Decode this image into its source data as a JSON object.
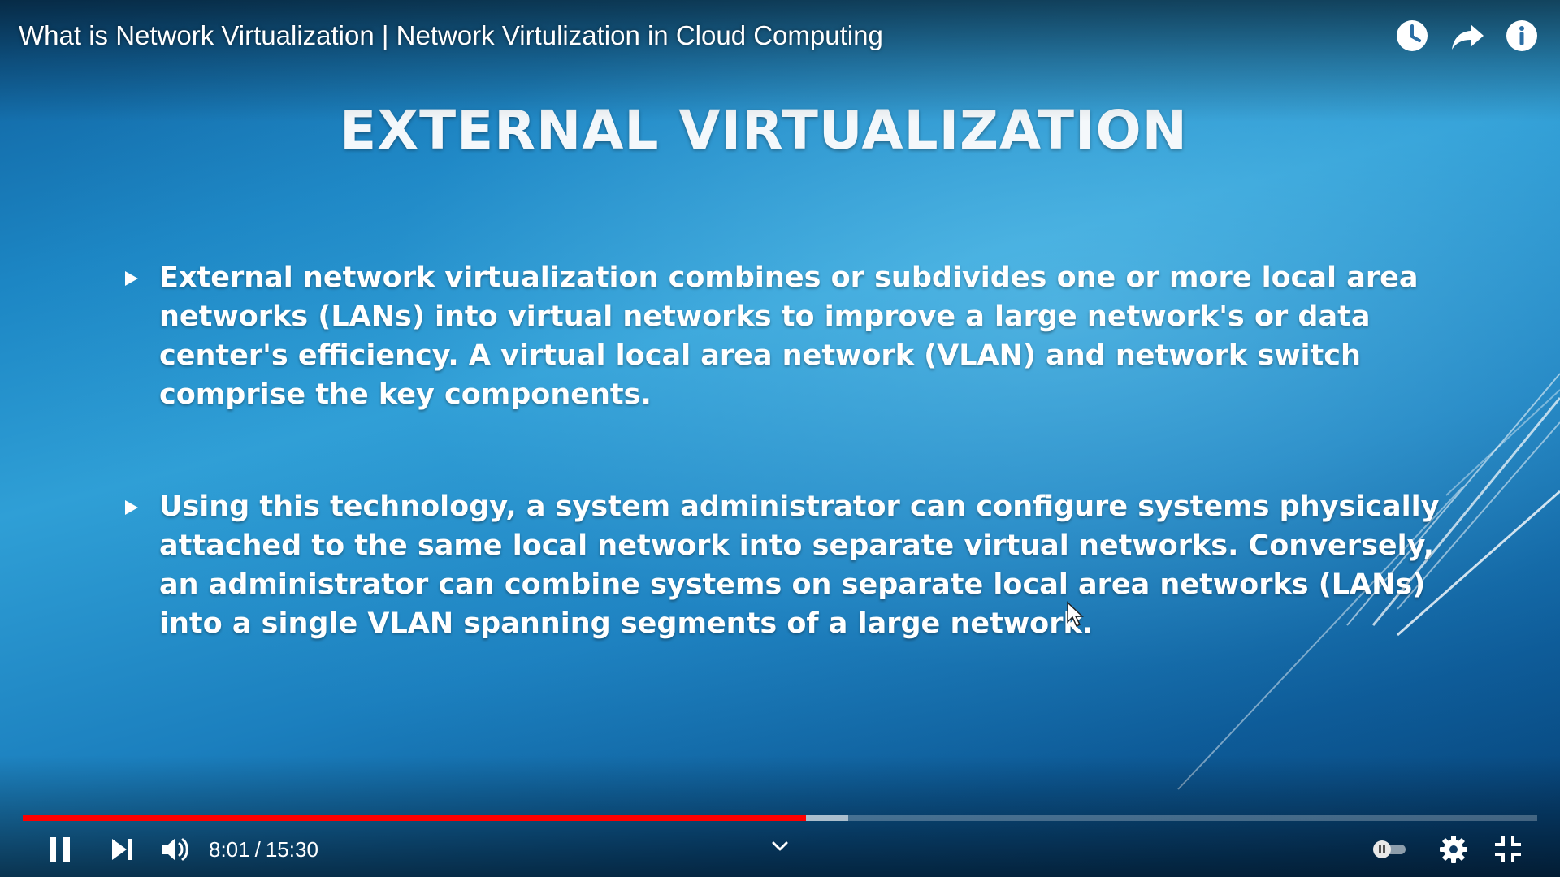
{
  "player": {
    "title": "What is Network Virtualization | Network Virtulization in Cloud Computing",
    "top_icons": [
      "watch-later-icon",
      "share-icon",
      "info-icon"
    ]
  },
  "slide": {
    "heading": "EXTERNAL VIRTUALIZATION",
    "bullets": [
      "External network virtualization combines or subdivides one or more local area networks (LANs) into virtual networks to improve a large network's or data center's efficiency. A virtual local area network (VLAN) and network switch comprise the key components.",
      "Using this technology, a system administrator can configure systems physically attached to the same local network into separate virtual networks. Conversely, an administrator can combine systems on separate local area networks (LANs) into a single VLAN spanning segments of a large network."
    ]
  },
  "controls": {
    "current_time": "8:01",
    "separator": "/",
    "duration": "15:30",
    "played_fraction": 0.517,
    "buffered_fraction": 0.545,
    "autoplay_state": "off",
    "icons": [
      "pause-icon",
      "next-icon",
      "volume-icon",
      "chevron-down-icon",
      "autoplay-toggle",
      "settings-gear-icon",
      "exit-fullscreen-icon"
    ],
    "accent_color": "#ff0000"
  }
}
